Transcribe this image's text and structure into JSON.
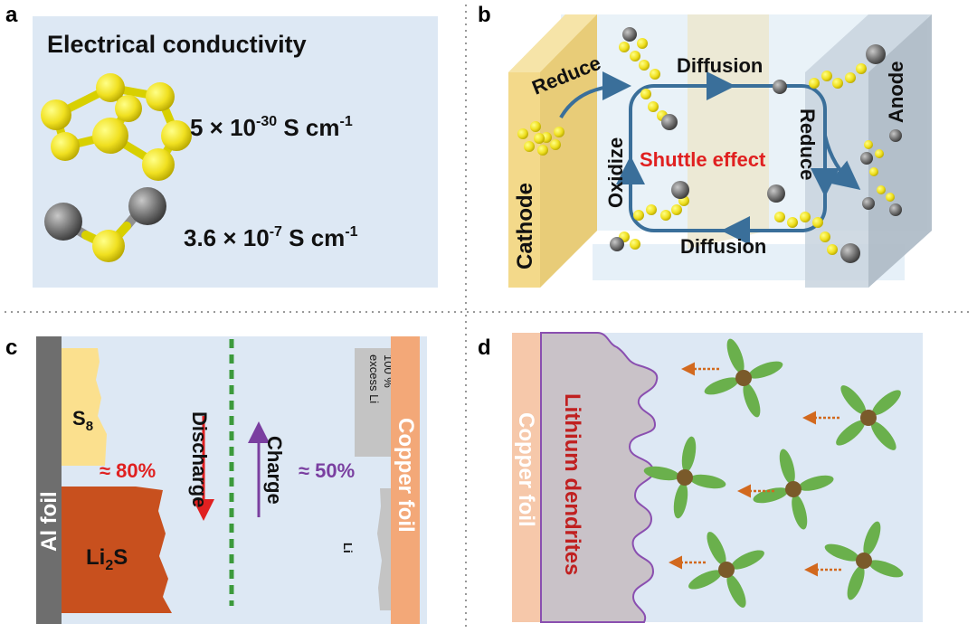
{
  "panels": {
    "a": {
      "letter": "a",
      "title": "Electrical conductivity",
      "s8_conductivity": {
        "mant": "5 × 10",
        "exp": "-30",
        "unit": " S cm",
        "uexp": "-1"
      },
      "li2s_conductivity": {
        "mant": "3.6 × 10",
        "exp": "-7",
        "unit": " S cm",
        "uexp": "-1"
      }
    },
    "b": {
      "letter": "b",
      "cathode": "Cathode",
      "anode": "Anode",
      "reduce_left": "Reduce",
      "reduce_right": "Reduce",
      "oxidize": "Oxidize",
      "diffusion_top": "Diffusion",
      "diffusion_bottom": "Diffusion",
      "shuttle": "Shuttle effect",
      "colors": {
        "shuttle": "#e02020",
        "arrow": "#3a6f9a"
      }
    },
    "c": {
      "letter": "c",
      "al_foil": "Al foil",
      "s8": "S",
      "s8_sub": "8",
      "li2s_main": "Li",
      "li2s_sub": "2",
      "li2s_end": "S",
      "pct_80": "≈ 80%",
      "pct_50": "≈ 50%",
      "discharge": "Discharge",
      "charge": "Charge",
      "excess_li_1": "100 %",
      "excess_li_2": "excess Li",
      "li": "Li",
      "copper_foil": "Copper foil",
      "colors": {
        "pct80": "#e02020",
        "pct50": "#7a3fa0",
        "li2s": "#c8501e",
        "s8": "#fbe08e"
      }
    },
    "d": {
      "letter": "d",
      "copper_foil": "Copper foil",
      "dendrites": "Lithium dendrites",
      "colors": {
        "dendrite_text": "#c02020",
        "leaf": "#6ab04c",
        "arrow": "#d2691e"
      }
    }
  }
}
